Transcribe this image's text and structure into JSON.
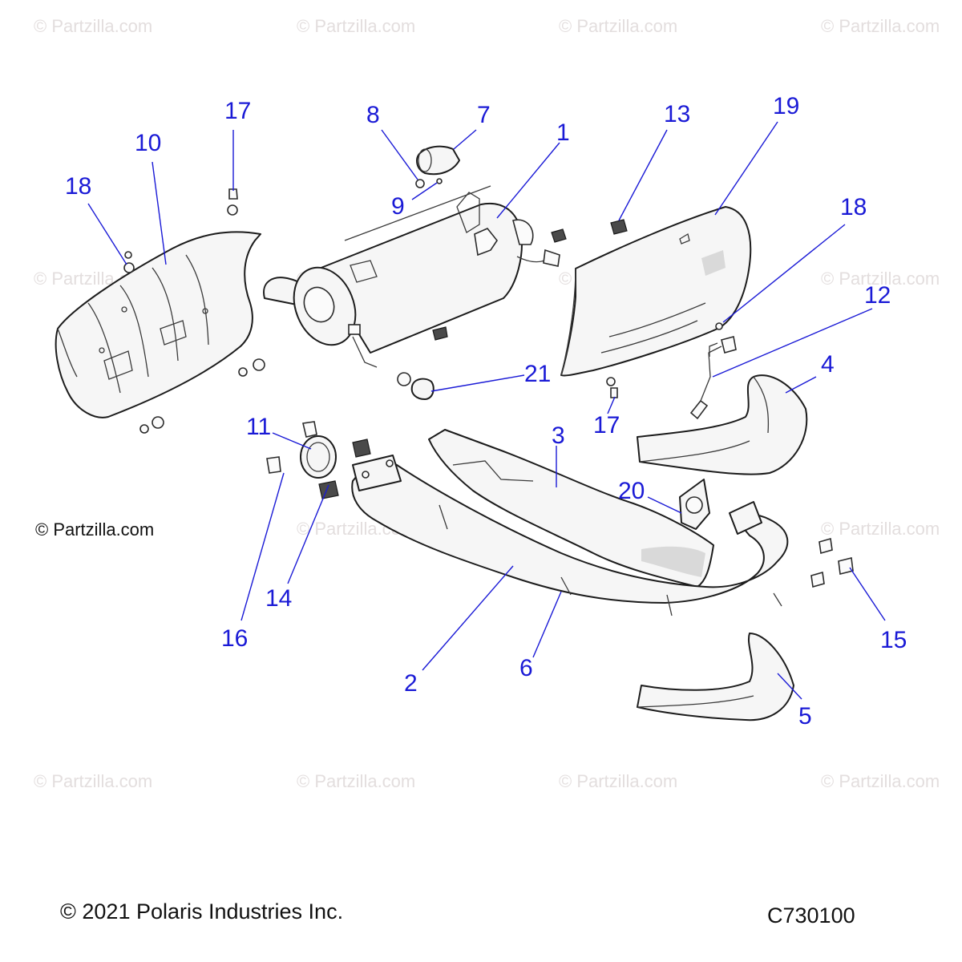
{
  "watermark": "© Partzilla.com",
  "credit": "© Partzilla.com",
  "copyright": "© 2021 Polaris Industries Inc.",
  "diagram_code": "C730100",
  "callouts": [
    "1",
    "2",
    "3",
    "4",
    "5",
    "6",
    "7",
    "8",
    "9",
    "10",
    "11",
    "12",
    "13",
    "14",
    "15",
    "16",
    "17",
    "17",
    "18",
    "18",
    "19",
    "20",
    "21"
  ],
  "colors": {
    "callout": "#1a1ad6",
    "watermark": "#e3dede",
    "line": "#1c1c1c"
  }
}
